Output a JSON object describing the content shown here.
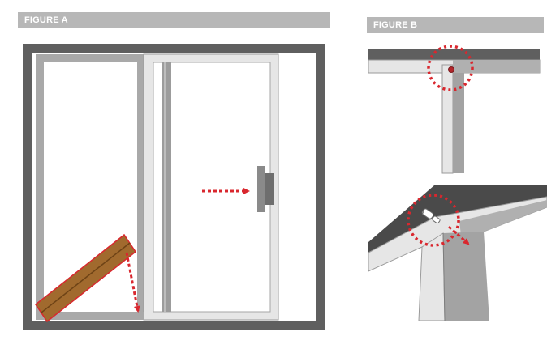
{
  "figure_a": {
    "label": "FIGURE A"
  },
  "figure_b": {
    "label": "FIGURE B"
  },
  "colors": {
    "frame_dark": "#5f5f5f",
    "track_gray": "#9c9c9c",
    "panel_light": "#e6e6e6",
    "white": "#ffffff",
    "bar_brown": "#a16a2e",
    "bar_outline": "#d9272e",
    "arrow_red": "#d9272e",
    "handle_gray": "#7a7a7a"
  },
  "icons": [
    "dowel-bar",
    "door-handle",
    "arrow-right",
    "arrow-down",
    "pin-screw",
    "highlight-circle"
  ]
}
